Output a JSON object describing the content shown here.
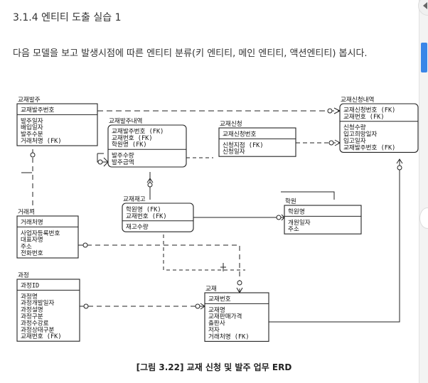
{
  "header": {
    "section_title": "3.1.4 엔티티 도출 실습 1"
  },
  "description": "다음 모델을 보고 발생시점에 따른 엔티티 분류(키 엔티티, 메인 엔티티, 액션엔티티) 봅시다.",
  "caption": "[그림 3.22] 교재 신청 및 발주 업무 ERD",
  "entities": {
    "order": {
      "name": "교재발주",
      "keys": [
        "교재발주번호"
      ],
      "attrs": [
        "발주일자",
        "배입일자",
        "발주수분",
        "거래처명 (FK)"
      ]
    },
    "order_detail": {
      "name": "교재발주내역",
      "keys": [
        "교재발주번호 (FK)",
        "교재번호 (FK)",
        "학원명 (FK)"
      ],
      "attrs": [
        "발주수량",
        "발주금액"
      ]
    },
    "application": {
      "name": "교재신청",
      "keys": [
        "교재신청번호"
      ],
      "attrs": [
        "신청지점 (FK)",
        "신청일자"
      ]
    },
    "application_detail": {
      "name": "교재신청내역",
      "keys": [
        "교재신청번호 (FK)",
        "교재번호 (FK)"
      ],
      "attrs": [
        "신청수량",
        "입고희망일자",
        "입고일자",
        "교재발주번호 (FK)"
      ]
    },
    "supplier": {
      "name": "거래처",
      "keys": [
        "거래처명"
      ],
      "attrs": [
        "사업자등록번호",
        "대표자명",
        "주소",
        "전화번호"
      ]
    },
    "stock": {
      "name": "교재재고",
      "keys": [
        "학원명 (FK)",
        "교재번호 (FK)"
      ],
      "attrs": [
        "재고수량"
      ]
    },
    "academy": {
      "name": "학원",
      "keys": [
        "학원명"
      ],
      "attrs": [
        "개원일자",
        "주소"
      ]
    },
    "course": {
      "name": "과정",
      "keys": [
        "과정ID"
      ],
      "attrs": [
        "과정명",
        "과정개발일자",
        "과정설명",
        "과정구분",
        "과정수강료",
        "과정상태구분",
        "교재번호 (FK)"
      ]
    },
    "textbook": {
      "name": "교재",
      "keys": [
        "교재번호"
      ],
      "attrs": [
        "교재명",
        "교재판매가격",
        "출판사",
        "저자",
        "거래처명 (FK)"
      ]
    }
  },
  "colors": {
    "accent": "#3a86e8",
    "line": "#222222"
  },
  "icons": {
    "collapse": "chevron-left-icon"
  }
}
